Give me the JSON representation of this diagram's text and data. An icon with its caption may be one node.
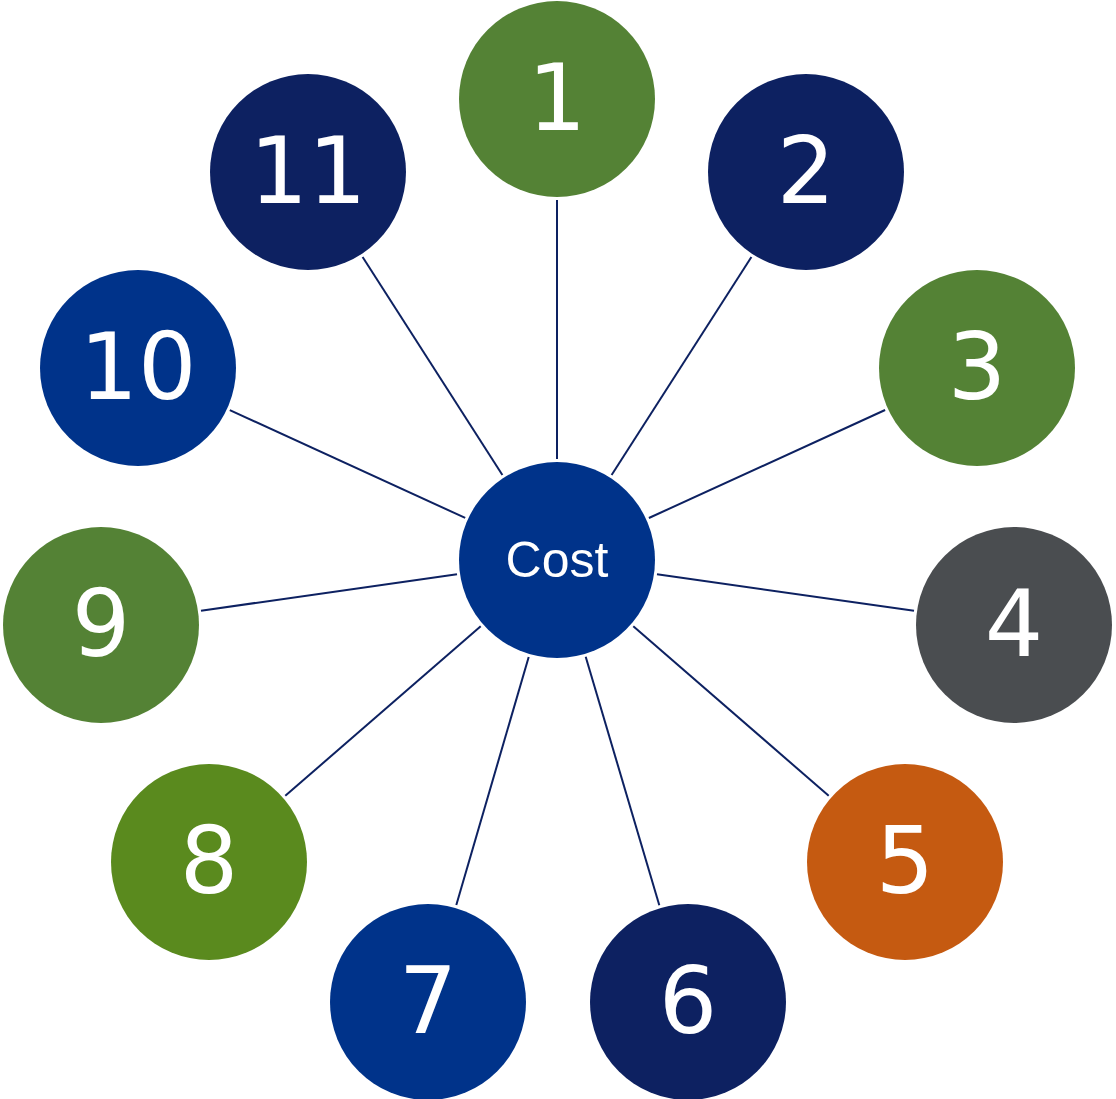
{
  "diagram": {
    "nodes": [
      {
        "text": [
          "Cost"
        ]
      },
      {
        "text": [
          "1"
        ]
      },
      {
        "text": [
          "2"
        ]
      },
      {
        "text": [
          "3"
        ]
      },
      {
        "text": [
          "4"
        ]
      },
      {
        "text": [
          "5"
        ]
      },
      {
        "text": [
          "6"
        ]
      },
      {
        "text": [
          "7"
        ]
      },
      {
        "text": [
          "8"
        ]
      },
      {
        "text": [
          "9"
        ]
      },
      {
        "text": [
          "10"
        ]
      },
      {
        "text": [
          "11"
        ]
      }
    ],
    "edges": [
      {
        "from": 0,
        "to": 1,
        "arrow": "none"
      },
      {
        "from": 0,
        "to": 2,
        "arrow": "none"
      },
      {
        "from": 0,
        "to": 3,
        "arrow": "none"
      },
      {
        "from": 0,
        "to": 4,
        "arrow": "none"
      },
      {
        "from": 0,
        "to": 5,
        "arrow": "none"
      },
      {
        "from": 0,
        "to": 6,
        "arrow": "none"
      },
      {
        "from": 0,
        "to": 7,
        "arrow": "none"
      },
      {
        "from": 0,
        "to": 8,
        "arrow": "none"
      },
      {
        "from": 0,
        "to": 9,
        "arrow": "none"
      },
      {
        "from": 0,
        "to": 10,
        "arrow": "none"
      },
      {
        "from": 0,
        "to": 11,
        "arrow": "none"
      }
    ]
  }
}
